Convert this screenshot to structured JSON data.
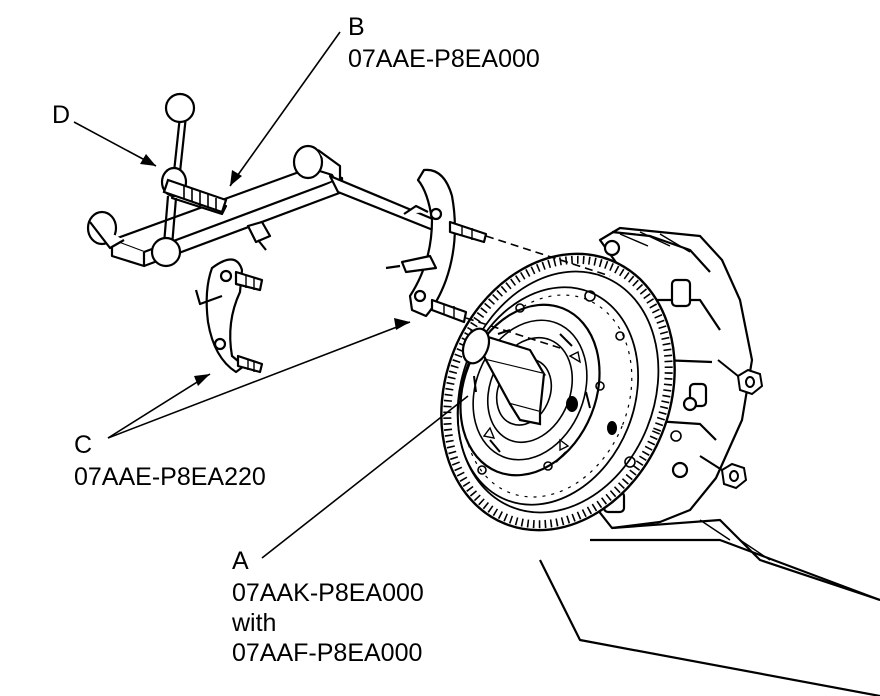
{
  "labels": {
    "B": {
      "letter": "B",
      "part": "07AAE-P8EA000"
    },
    "D": {
      "letter": "D"
    },
    "C": {
      "letter": "C",
      "part": "07AAE-P8EA220"
    },
    "A": {
      "letter": "A",
      "part1": "07AAK-P8EA000",
      "connector": "with",
      "part2": "07AAF-P8EA000"
    }
  },
  "colors": {
    "ink": "#000000",
    "paper": "#ffffff"
  }
}
